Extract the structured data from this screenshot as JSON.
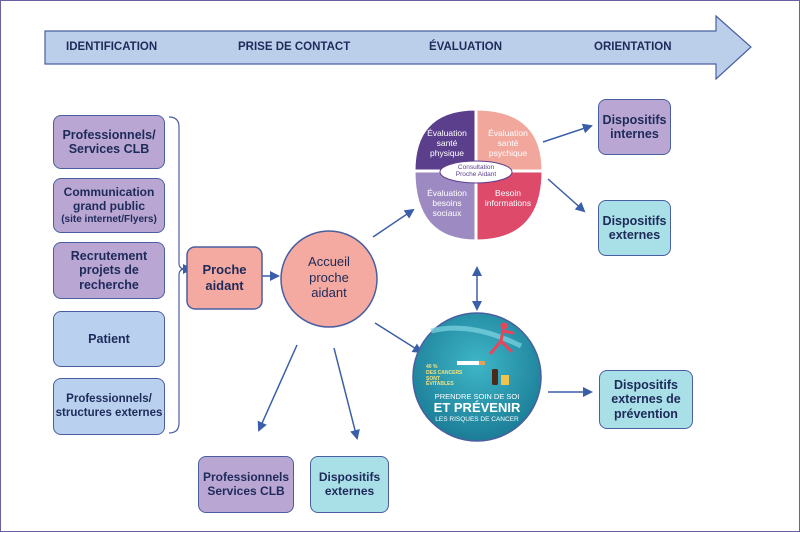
{
  "colors": {
    "banner": "#bccfea",
    "navy": "#1e2a5a",
    "arrow": "#3a5ea8",
    "purple_box": "#b9a6d2",
    "blue_box": "#b9d1ee",
    "pink_box": "#f4aaa0",
    "teal_box": "#a9dfe6",
    "quad_physique": "#5b3f8c",
    "quad_psychique": "#f2a79c",
    "quad_sociaux": "#9e8ac2",
    "quad_informations": "#de4a6a"
  },
  "stages": [
    "IDENTIFICATION",
    "PRISE DE CONTACT",
    "ÉVALUATION",
    "ORIENTATION"
  ],
  "sources": [
    {
      "line1": "Professionnels/",
      "line2": "Services CLB"
    },
    {
      "line1": "Communication",
      "line2": "grand public",
      "line3": "(site internet/Flyers)"
    },
    {
      "line1": "Recrutement",
      "line2": "projets de",
      "line3": "recherche"
    },
    {
      "line1": "Patient"
    },
    {
      "line1": "Professionnels/",
      "line2": "structures externes"
    }
  ],
  "proche": {
    "line1": "Proche",
    "line2": "aidant"
  },
  "accueil": {
    "line1": "Accueil",
    "line2": "proche",
    "line3": "aidant"
  },
  "evaluation": {
    "physique": {
      "line1": "Évaluation",
      "line2": "santé",
      "line3": "physique"
    },
    "psychique": {
      "line1": "Évaluation",
      "line2": "santé",
      "line3": "psychique"
    },
    "sociaux": {
      "line1": "Évaluation",
      "line2": "besoins",
      "line3": "sociaux"
    },
    "informations": {
      "line1": "Besoin",
      "line2": "informations"
    },
    "center": {
      "line1": "Consultation",
      "line2": "Proche Aidant"
    }
  },
  "prevention": {
    "small1": "40 %",
    "small2": "DES CANCERS",
    "small3": "SONT",
    "small4": "ÉVITABLES",
    "line1": "PRENDRE SOIN DE SOI",
    "line2": "ET PRÉVENIR",
    "line3": "LES RISQUES DE CANCER"
  },
  "outputs": {
    "internes": {
      "line1": "Dispositifs",
      "line2": "internes"
    },
    "externes": {
      "line1": "Dispositifs",
      "line2": "externes"
    },
    "prevention": {
      "line1": "Dispositifs",
      "line2": "externes de",
      "line3": "prévention"
    },
    "pro_clb": {
      "line1": "Professionnels",
      "line2": "Services CLB"
    },
    "externes_bottom": {
      "line1": "Dispositifs",
      "line2": "externes"
    }
  }
}
